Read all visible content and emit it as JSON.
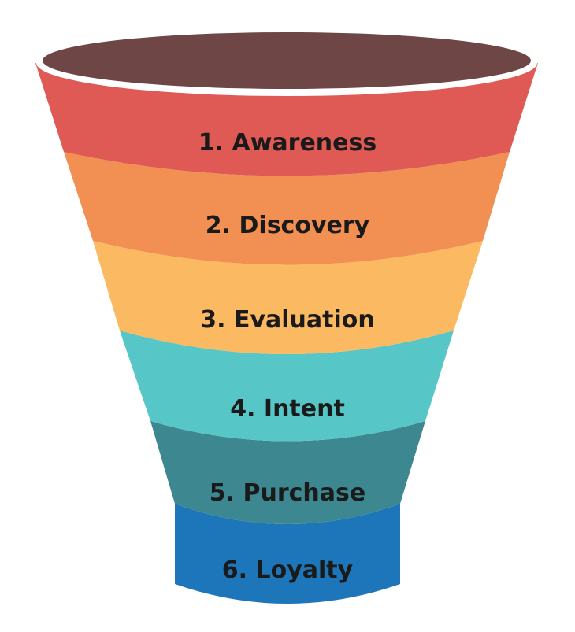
{
  "funnel": {
    "rim_color": "#6e4645",
    "rim_edge_color": "#ffffff",
    "stages": [
      {
        "label": "1. Awareness",
        "color": "#e05a55"
      },
      {
        "label": "2. Discovery",
        "color": "#f29053"
      },
      {
        "label": "3. Evaluation",
        "color": "#fbb962"
      },
      {
        "label": "4. Intent",
        "color": "#57c6c6"
      },
      {
        "label": "5. Purchase",
        "color": "#3d8791"
      },
      {
        "label": "6. Loyalty",
        "color": "#1c76b9"
      }
    ]
  }
}
